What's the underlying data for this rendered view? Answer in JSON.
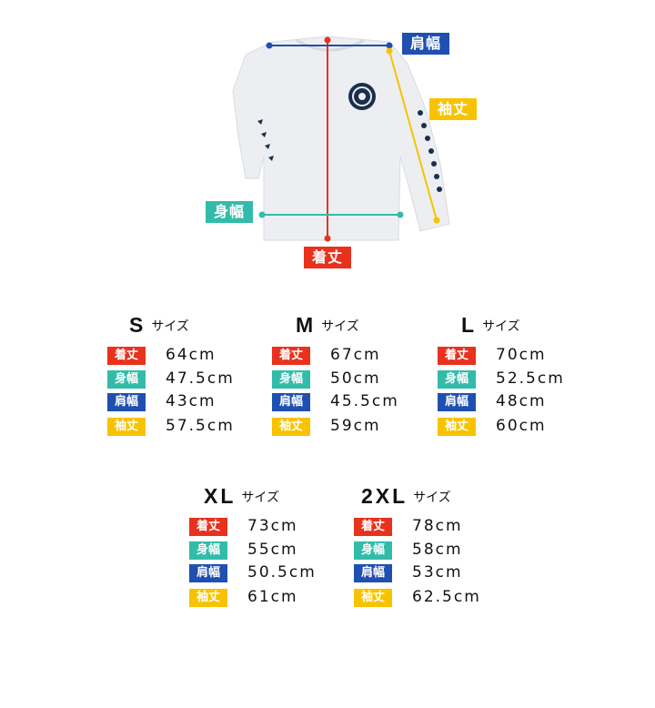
{
  "colors": {
    "length": "#e8321e",
    "body_width": "#33bbaa",
    "shoulder": "#1f4fb0",
    "sleeve": "#f7c300",
    "shirt": "#eceef1"
  },
  "diagram": {
    "shoulder_label": "肩幅",
    "sleeve_label": "袖丈",
    "body_width_label": "身幅",
    "length_label": "着丈"
  },
  "sizes": {
    "s": {
      "name": "S",
      "suffix": "サイズ",
      "length": "64cm",
      "body_width": "47.5cm",
      "shoulder": "43cm",
      "sleeve": "57.5cm"
    },
    "m": {
      "name": "M",
      "suffix": "サイズ",
      "length": "67cm",
      "body_width": "50cm",
      "shoulder": "45.5cm",
      "sleeve": "59cm"
    },
    "l": {
      "name": "L",
      "suffix": "サイズ",
      "length": "70cm",
      "body_width": "52.5cm",
      "shoulder": "48cm",
      "sleeve": "60cm"
    },
    "xl": {
      "name": "XL",
      "suffix": "サイズ",
      "length": "73cm",
      "body_width": "55cm",
      "shoulder": "50.5cm",
      "sleeve": "61cm"
    },
    "xxl": {
      "name": "2XL",
      "suffix": "サイズ",
      "length": "78cm",
      "body_width": "58cm",
      "shoulder": "53cm",
      "sleeve": "62.5cm"
    }
  },
  "badges": {
    "length": "着丈",
    "body_width": "身幅",
    "shoulder": "肩幅",
    "sleeve": "袖丈"
  }
}
